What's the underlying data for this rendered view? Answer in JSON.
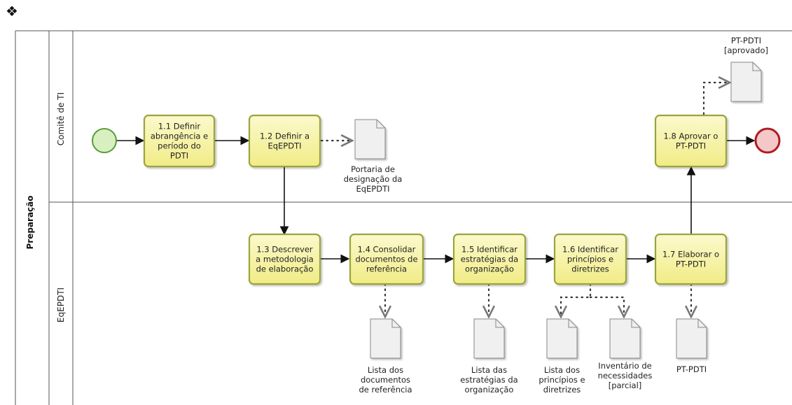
{
  "decoration_symbol": "❖",
  "pool": {
    "label": "Preparação"
  },
  "lanes": [
    {
      "id": "comite",
      "label": "Comitê de TI"
    },
    {
      "id": "eq",
      "label": "EqEPDTI"
    }
  ],
  "tasks": [
    {
      "id": "t11",
      "lines": [
        "1.1 Definir",
        "abrangência e",
        "período do",
        "PDTI"
      ]
    },
    {
      "id": "t12",
      "lines": [
        "1.2 Definir a",
        "EqEPDTI"
      ]
    },
    {
      "id": "t18",
      "lines": [
        "1.8 Aprovar o",
        "PT-PDTI"
      ]
    },
    {
      "id": "t13",
      "lines": [
        "1.3 Descrever",
        "a metodologia",
        "de elaboração"
      ]
    },
    {
      "id": "t14",
      "lines": [
        "1.4 Consolidar",
        "documentos de",
        "referência"
      ]
    },
    {
      "id": "t15",
      "lines": [
        "1.5 Identificar",
        "estratégias da",
        "organização"
      ]
    },
    {
      "id": "t16",
      "lines": [
        "1.6 Identificar",
        "princípios e",
        "diretrizes"
      ]
    },
    {
      "id": "t17",
      "lines": [
        "1.7 Elaborar o",
        "PT-PDTI"
      ]
    }
  ],
  "documents": [
    {
      "id": "d12",
      "lines": [
        "Portaria de",
        "designação da",
        "EqEPDTI"
      ]
    },
    {
      "id": "d18",
      "lines": [
        "PT-PDTI",
        "[aprovado]"
      ]
    },
    {
      "id": "d14",
      "lines": [
        "Lista dos",
        "documentos",
        "de referência"
      ]
    },
    {
      "id": "d15",
      "lines": [
        "Lista das",
        "estratégias da",
        "organização"
      ]
    },
    {
      "id": "d16a",
      "lines": [
        "Lista dos",
        "princípios e",
        "diretrizes"
      ]
    },
    {
      "id": "d16b",
      "lines": [
        "Inventário de",
        "necessidades",
        "[parcial]"
      ]
    },
    {
      "id": "d17",
      "lines": [
        "PT-PDTI"
      ]
    }
  ],
  "events": [
    {
      "id": "start",
      "type": "start",
      "fill": "#d8f0c0",
      "stroke": "#5a9a3a"
    },
    {
      "id": "end",
      "type": "end",
      "fill": "#f4c8c8",
      "stroke": "#b01a22"
    }
  ],
  "colors": {
    "task_fill": "#f7f4a8",
    "task_stroke": "#9aa53c",
    "doc_fill": "#f0f0f0",
    "doc_stroke": "#888888",
    "line": "#444444"
  }
}
